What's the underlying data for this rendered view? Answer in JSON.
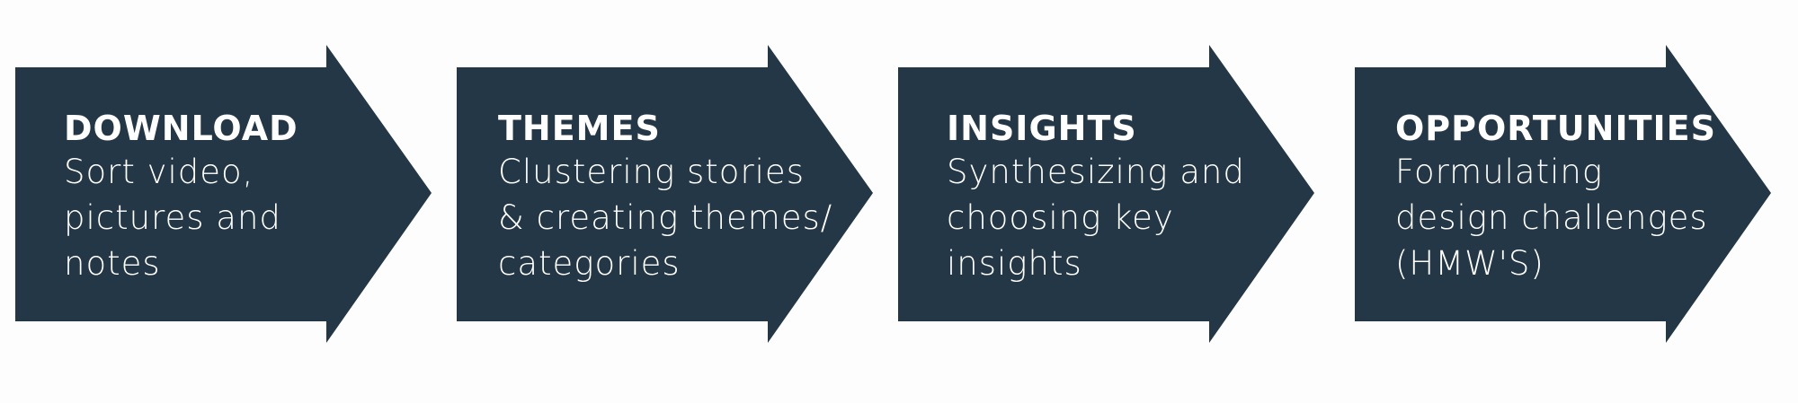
{
  "colors": {
    "arrow_fill": "#243746",
    "text": "#ffffff",
    "background": "#fdfdfd"
  },
  "steps": [
    {
      "title": "DOWNLOAD",
      "description": "Sort video,\npictures and\nnotes"
    },
    {
      "title": "THEMES",
      "description": "Clustering stories\n& creating themes/\ncategories"
    },
    {
      "title": "INSIGHTS",
      "description": "Synthesizing and\nchoosing key\ninsights"
    },
    {
      "title": "OPPORTUNITIES",
      "description": "Formulating\ndesign challenges\n(HMW'S)"
    }
  ]
}
